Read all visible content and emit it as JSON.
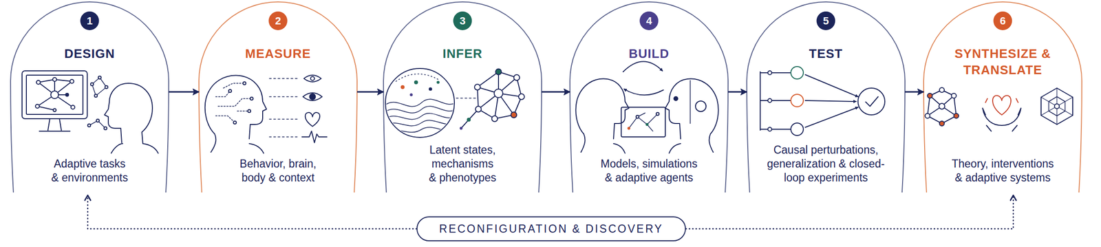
{
  "diagram": {
    "nodes": [
      {
        "text": [
          "1",
          "DESIGN",
          "Adaptive tasks & environments"
        ]
      },
      {
        "text": [
          "2",
          "MEASURE",
          "Behavior, brain, body & context"
        ]
      },
      {
        "text": [
          "3",
          "INFER",
          "Latent states, mechanisms & phenotypes"
        ]
      },
      {
        "text": [
          "4",
          "BUILD",
          "Models, simulations & adaptive agents"
        ]
      },
      {
        "text": [
          "5",
          "TEST",
          "Causal perturbations, generalization & closed-loop experiments"
        ]
      },
      {
        "text": [
          "6",
          "SYNTHESIZE & TRANSLATE",
          "Theory, interventions & adaptive systems"
        ]
      },
      {
        "text": [
          "RECONFIGURATION & DISCOVERY"
        ]
      }
    ],
    "edges": [
      {
        "from": 0,
        "to": 1,
        "arrow": "to"
      },
      {
        "from": 1,
        "to": 2,
        "arrow": "to"
      },
      {
        "from": 2,
        "to": 3,
        "arrow": "to"
      },
      {
        "from": 3,
        "to": 4,
        "arrow": "to"
      },
      {
        "from": 4,
        "to": 5,
        "arrow": "to"
      },
      {
        "from": 6,
        "to": 0,
        "arrow": "to"
      },
      {
        "from": 6,
        "to": 5,
        "arrow": "to"
      }
    ]
  }
}
